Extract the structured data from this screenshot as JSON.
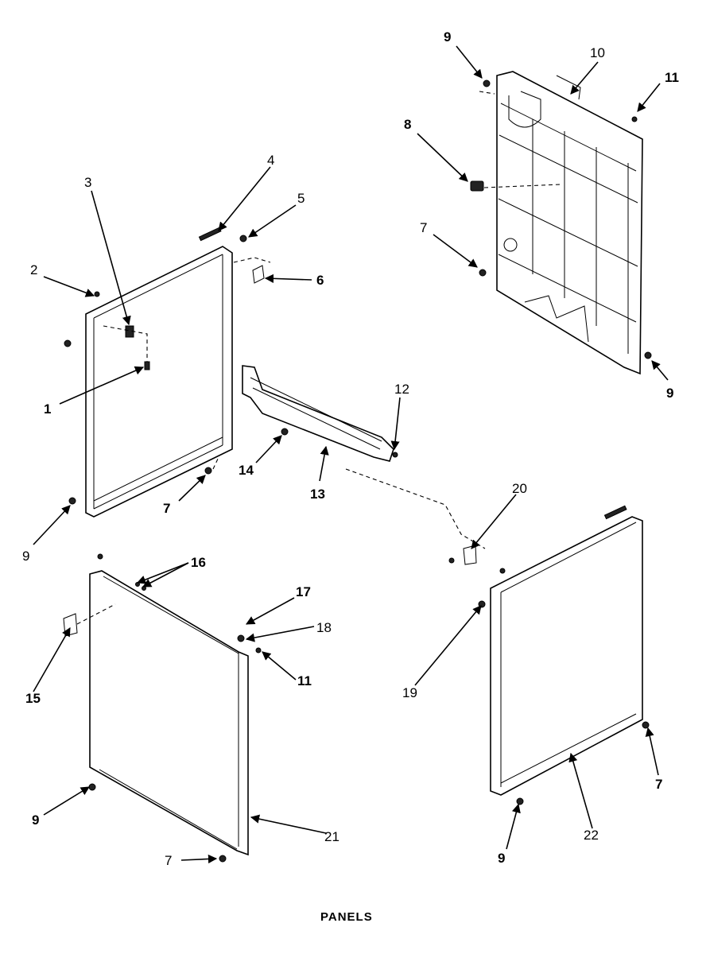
{
  "caption": "PANELS",
  "callouts": {
    "c1": "1",
    "c2": "2",
    "c3": "3",
    "c4": "4",
    "c5": "5",
    "c6": "6",
    "c7a": "7",
    "c7b": "7",
    "c7c": "7",
    "c7d": "7",
    "c8": "8",
    "c9a": "9",
    "c9b": "9",
    "c9c": "9",
    "c9d": "9",
    "c9e": "9",
    "c10": "10",
    "c11a": "11",
    "c11b": "11",
    "c12": "12",
    "c13": "13",
    "c14": "14",
    "c15": "15",
    "c16": "16",
    "c17": "17",
    "c18": "18",
    "c19": "19",
    "c20": "20",
    "c21": "21",
    "c22": "22"
  }
}
